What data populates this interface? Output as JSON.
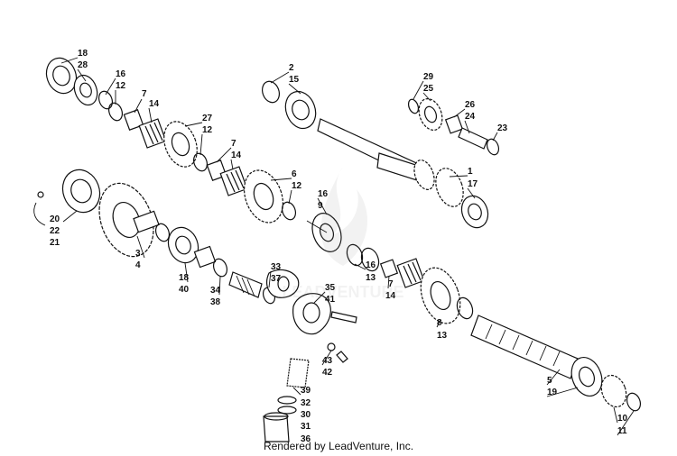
{
  "diagram": {
    "callouts": [
      "18",
      "28",
      "16",
      "12",
      "7",
      "14",
      "27",
      "12",
      "7",
      "14",
      "6",
      "12",
      "16",
      "9",
      "2",
      "15",
      "29",
      "25",
      "26",
      "24",
      "23",
      "1",
      "17",
      "20",
      "22",
      "21",
      "3",
      "4",
      "18",
      "40",
      "34",
      "38",
      "33",
      "37",
      "35",
      "41",
      "16",
      "13",
      "7",
      "14",
      "8",
      "13",
      "43",
      "42",
      "39",
      "32",
      "30",
      "31",
      "36",
      "5",
      "19",
      "10",
      "11"
    ]
  },
  "watermark": {
    "text": "LEADVENTURE"
  },
  "footer": {
    "credit": "Rendered by LeadVenture, Inc."
  }
}
